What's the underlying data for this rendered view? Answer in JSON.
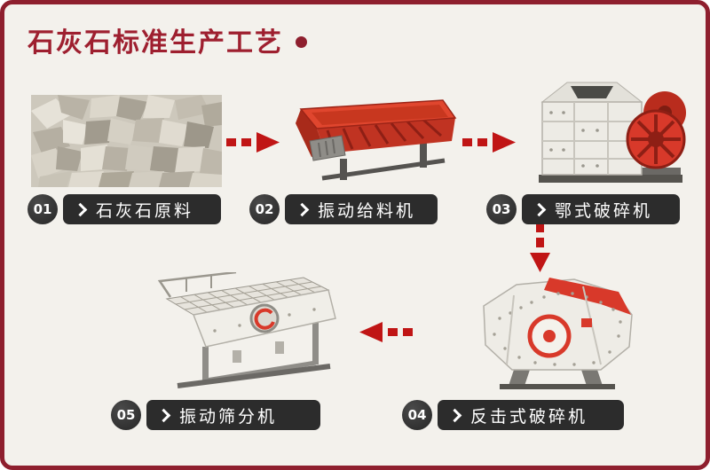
{
  "page": {
    "title": "石灰石标准生产工艺",
    "title_color": "#9e1f2f",
    "frame_border_color": "#8e1f2e",
    "background_color": "#f3f1ec",
    "arrow_color": "#c01515",
    "label_background": "#2c2c2c",
    "machine_red": "#d8392a"
  },
  "stages": [
    {
      "number": "01",
      "label": "石灰石原料",
      "illustration": "limestone-raw-material"
    },
    {
      "number": "02",
      "label": "振动给料机",
      "illustration": "vibrating-feeder"
    },
    {
      "number": "03",
      "label": "鄂式破碎机",
      "illustration": "jaw-crusher"
    },
    {
      "number": "04",
      "label": "反击式破碎机",
      "illustration": "impact-crusher"
    },
    {
      "number": "05",
      "label": "振动筛分机",
      "illustration": "vibrating-screen"
    }
  ],
  "flow_arrows": [
    {
      "from": "01",
      "to": "02",
      "direction": "right"
    },
    {
      "from": "02",
      "to": "03",
      "direction": "right"
    },
    {
      "from": "03",
      "to": "04",
      "direction": "down"
    },
    {
      "from": "04",
      "to": "05",
      "direction": "left"
    }
  ]
}
